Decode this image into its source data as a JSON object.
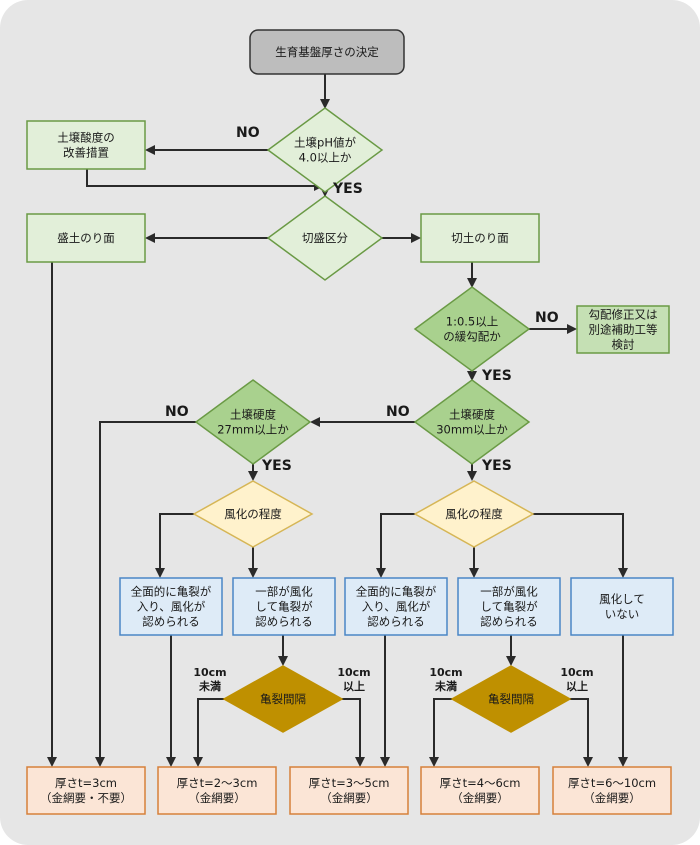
{
  "title": "生育基盤厚さの決定",
  "colors": {
    "start_fill": "#bdbdbd",
    "start_stroke": "#333333",
    "green_fill": "#e2efd9",
    "green_stroke": "#6a9a45",
    "green_box_dark_fill": "#c5e0b4",
    "green_diamond_fill": "#a9d18e",
    "yellow_fill": "#fff2cc",
    "yellow_stroke": "#d6b656",
    "gold_fill": "#bf9000",
    "blue_fill": "#deebf7",
    "blue_stroke": "#4a86c5",
    "orange_fill": "#fbe5d6",
    "orange_stroke": "#d6803a",
    "panel_bg": "#e6e6e6"
  },
  "nodes": {
    "start": [
      "生育基盤厚さの決定"
    ],
    "ph_check": [
      "土壌pH値が",
      "4.0以上か"
    ],
    "acid_fix": [
      "土壌酸度の",
      "改善措置"
    ],
    "cut_fill": [
      "切盛区分"
    ],
    "fill_slope": [
      "盛土のり面"
    ],
    "cut_slope": [
      "切土のり面"
    ],
    "gradient_check": [
      "1:0.5以上",
      "の緩勾配か"
    ],
    "gradient_fix": [
      "勾配修正又は",
      "別途補助工等",
      "検討"
    ],
    "hardness30": [
      "土壌硬度",
      "30mm以上か"
    ],
    "hardness27": [
      "土壌硬度",
      "27mm以上か"
    ],
    "weather_left": [
      "風化の程度"
    ],
    "weather_right": [
      "風化の程度"
    ],
    "crack_all_left": [
      "全面的に亀裂が",
      "入り、風化が",
      "認められる"
    ],
    "partial_left": [
      "一部が風化",
      "して亀裂が",
      "認められる"
    ],
    "crack_all_right": [
      "全面的に亀裂が",
      "入り、風化が",
      "認められる"
    ],
    "partial_right": [
      "一部が風化",
      "して亀裂が",
      "認められる"
    ],
    "no_weather": [
      "風化して",
      "いない"
    ],
    "gap_left": [
      "亀裂間隔"
    ],
    "gap_right": [
      "亀裂間隔"
    ],
    "result1": [
      "厚さt=3cm",
      "（金網要・不要）"
    ],
    "result2": [
      "厚さt=2～3cm",
      "（金網要）"
    ],
    "result3": [
      "厚さt=3～5cm",
      "（金網要）"
    ],
    "result4": [
      "厚さt=4～6cm",
      "（金網要）"
    ],
    "result5": [
      "厚さt=6～10cm",
      "（金網要）"
    ]
  },
  "labels": {
    "yes": "YES",
    "no": "NO",
    "under10": [
      "10cm",
      "未満"
    ],
    "over10": [
      "10cm",
      "以上"
    ]
  }
}
